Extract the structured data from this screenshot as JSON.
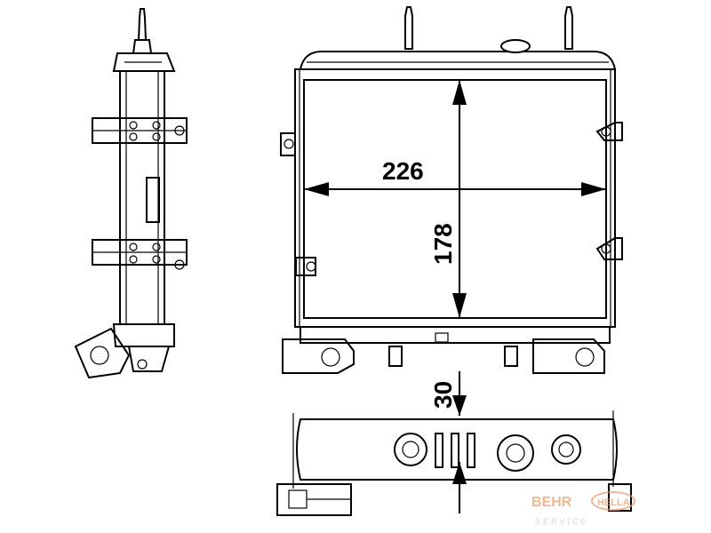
{
  "dimensions": {
    "width": "226",
    "height": "178",
    "depth": "30"
  },
  "logo": {
    "brand_left": "BEHR",
    "brand_right": "HELLA",
    "subtitle": "SERVICE"
  },
  "colors": {
    "line": "#000000",
    "logo_primary": "#e8a070",
    "logo_secondary": "#c8c8c8"
  }
}
